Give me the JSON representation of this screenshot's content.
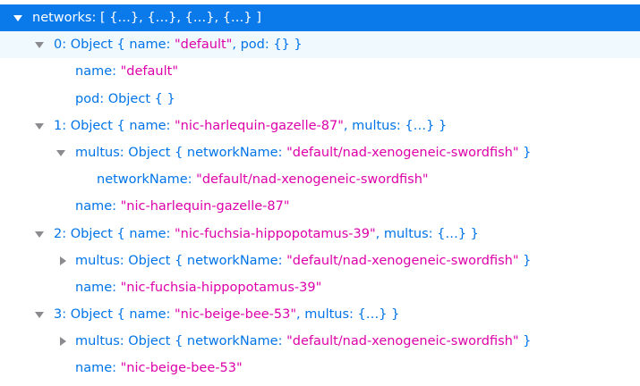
{
  "top_partial": "…",
  "rows": [
    {
      "level": 0,
      "twisty": "open",
      "selected": true,
      "parts": [
        {
          "t": "networks: ",
          "c": "k"
        },
        {
          "t": "[ {…}, {…}, {…}, {…} ]",
          "c": "p"
        }
      ]
    },
    {
      "level": 1,
      "twisty": "open",
      "hover": true,
      "parts": [
        {
          "t": "0: Object { name: ",
          "c": "k"
        },
        {
          "t": "\"default\"",
          "c": "s"
        },
        {
          "t": ", pod: {} }",
          "c": "p"
        }
      ]
    },
    {
      "level": 2,
      "parts": [
        {
          "t": "name: ",
          "c": "k"
        },
        {
          "t": "\"default\"",
          "c": "s"
        }
      ]
    },
    {
      "level": 2,
      "parts": [
        {
          "t": "pod: Object {  }",
          "c": "k"
        }
      ]
    },
    {
      "level": 1,
      "twisty": "open",
      "parts": [
        {
          "t": "1: Object { name: ",
          "c": "k"
        },
        {
          "t": "\"nic-harlequin-gazelle-87\"",
          "c": "s"
        },
        {
          "t": ", multus: {…} }",
          "c": "p"
        }
      ]
    },
    {
      "level": 2,
      "twisty": "open",
      "parts": [
        {
          "t": "multus: Object { networkName: ",
          "c": "k"
        },
        {
          "t": "\"default/nad-xenogeneic-swordfish\"",
          "c": "s"
        },
        {
          "t": " }",
          "c": "p"
        }
      ]
    },
    {
      "level": 3,
      "parts": [
        {
          "t": "networkName: ",
          "c": "k"
        },
        {
          "t": "\"default/nad-xenogeneic-swordfish\"",
          "c": "s"
        }
      ]
    },
    {
      "level": 2,
      "parts": [
        {
          "t": "name: ",
          "c": "k"
        },
        {
          "t": "\"nic-harlequin-gazelle-87\"",
          "c": "s"
        }
      ]
    },
    {
      "level": 1,
      "twisty": "open",
      "parts": [
        {
          "t": "2: Object { name: ",
          "c": "k"
        },
        {
          "t": "\"nic-fuchsia-hippopotamus-39\"",
          "c": "s"
        },
        {
          "t": ", multus: {…} }",
          "c": "p"
        }
      ]
    },
    {
      "level": 2,
      "twisty": "closed",
      "parts": [
        {
          "t": "multus: Object { networkName: ",
          "c": "k"
        },
        {
          "t": "\"default/nad-xenogeneic-swordfish\"",
          "c": "s"
        },
        {
          "t": " }",
          "c": "p"
        }
      ]
    },
    {
      "level": 2,
      "parts": [
        {
          "t": "name: ",
          "c": "k"
        },
        {
          "t": "\"nic-fuchsia-hippopotamus-39\"",
          "c": "s"
        }
      ]
    },
    {
      "level": 1,
      "twisty": "open",
      "parts": [
        {
          "t": "3: Object { name: ",
          "c": "k"
        },
        {
          "t": "\"nic-beige-bee-53\"",
          "c": "s"
        },
        {
          "t": ", multus: {…} }",
          "c": "p"
        }
      ]
    },
    {
      "level": 2,
      "twisty": "closed",
      "parts": [
        {
          "t": "multus: Object { networkName: ",
          "c": "k"
        },
        {
          "t": "\"default/nad-xenogeneic-swordfish\"",
          "c": "s"
        },
        {
          "t": " }",
          "c": "p"
        }
      ]
    },
    {
      "level": 2,
      "parts": [
        {
          "t": "name: ",
          "c": "k"
        },
        {
          "t": "\"nic-beige-bee-53\"",
          "c": "s"
        }
      ]
    }
  ]
}
